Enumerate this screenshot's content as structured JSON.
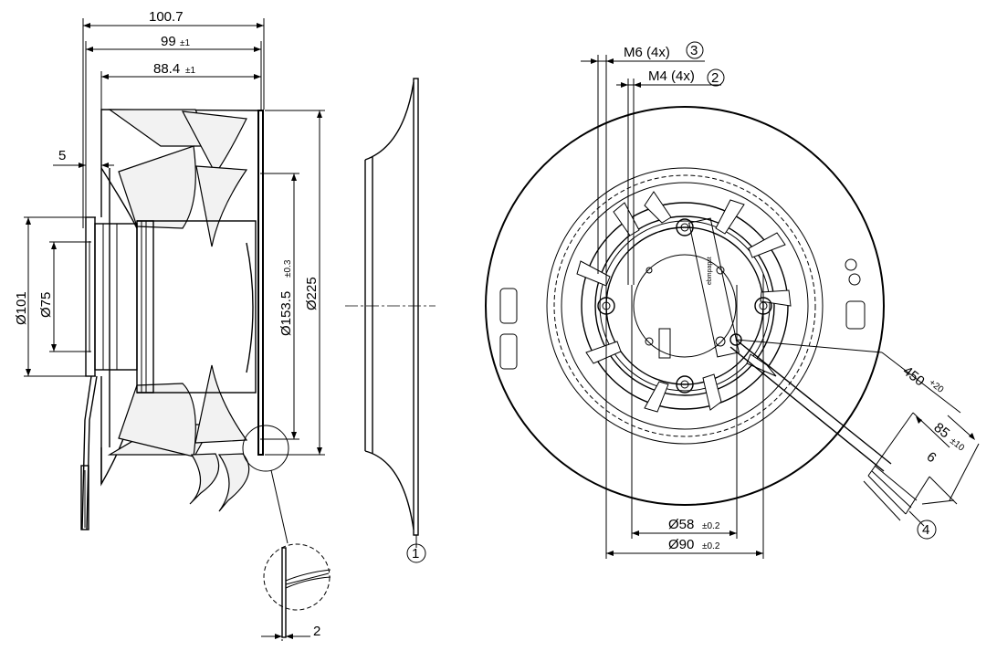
{
  "side_view": {
    "dim_overall_width": "100.7",
    "dim_width_99": "99",
    "dim_width_99_tol": "±1",
    "dim_width_88": "88.4",
    "dim_width_88_tol": "±1",
    "dim_5": "5",
    "dim_d101": "Ø101",
    "dim_d75": "Ø75",
    "dim_d153": "Ø153.5",
    "dim_d153_tol": "±0.3",
    "dim_d225": "Ø225",
    "detail_dim_2": "2"
  },
  "front_view": {
    "dim_m6": "M6 (4x)",
    "callout_m6": "3",
    "dim_m4": "M4 (4x)",
    "callout_m4": "2",
    "dim_cable_450": "450",
    "dim_cable_450_tol": "+20",
    "dim_85": "85",
    "dim_85_tol": "±10",
    "dim_6": "6",
    "callout_wires": "4",
    "dim_d58": "Ø58",
    "dim_d58_tol": "±0.2",
    "dim_d90": "Ø90",
    "dim_d90_tol": "±0.2",
    "brand_label": "ebmpapst"
  },
  "section_view": {
    "callout_inlet_ring": "1"
  }
}
